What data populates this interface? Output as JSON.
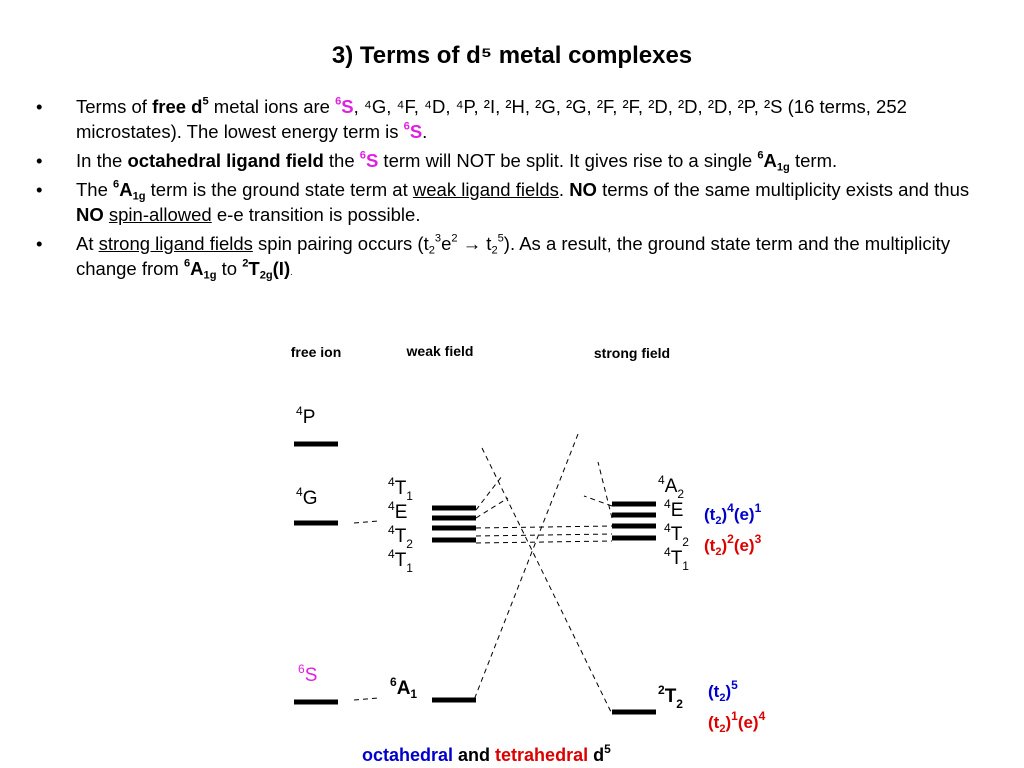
{
  "title": "3) Terms of d⁵ metal complexes",
  "bullets": [
    {
      "b1": "Terms of ",
      "b2": "free d",
      "b3": "5",
      "b4": " metal ions are ",
      "b5": "6",
      "b6": "S",
      "b7": ", ⁴G, ⁴F, ⁴D, ⁴P, ²I, ²H, ²G, ²G, ²F, ²F, ²D, ²D, ²D, ²P, ²S (16 terms, 252 microstates). The lowest energy term is ",
      "b8": "6",
      "b9": "S",
      "b10": "."
    },
    {
      "b1": "In the ",
      "b2": "octahedral ligand field",
      "b3": " the ",
      "b4": "6",
      "b5": "S",
      "b6": " term will NOT be split. It gives rise to a single ",
      "b7": "6",
      "b8": "A",
      "b9": "1g",
      "b10": " term."
    },
    {
      "b1": "The ",
      "b2": "6",
      "b3": "A",
      "b4": "1g",
      "b5": " term is the ground state term at ",
      "b6": "weak ligand fields",
      "b7": ". ",
      "b8": "NO",
      "b9": " terms of the same multiplicity exists and thus ",
      "b10": "NO",
      "b11": " ",
      "b12": "spin-allowed",
      "b13": " e-e transition is possible."
    },
    {
      "b1": "At ",
      "b2": "strong ligand fields",
      "b3": " spin pairing occurs (t",
      "b4": "2",
      "b5": "3",
      "b6": "e",
      "b7": "2",
      "b8": " → t",
      "b9": "2",
      "b10": "5",
      "b11": "). As a result, the ground state term and the multiplicity change from ",
      "b12": "6",
      "b13": "A",
      "b14": "1g",
      "b15": " to ",
      "b16": "2",
      "b17": "T",
      "b18": "2g",
      "b19": "(I)",
      "b20": "."
    }
  ],
  "diagram": {
    "headers": {
      "free_ion": "free ion",
      "weak": "weak field",
      "strong": "strong field"
    },
    "free_terms": [
      {
        "mult": "4",
        "letter": "P"
      },
      {
        "mult": "4",
        "letter": "G"
      },
      {
        "mult": "6",
        "letter": "S"
      }
    ],
    "weak_quartets": [
      {
        "mult": "4",
        "letter": "T",
        "sub": "1"
      },
      {
        "mult": "4",
        "letter": "E",
        "sub": ""
      },
      {
        "mult": "4",
        "letter": "T",
        "sub": "2"
      },
      {
        "mult": "4",
        "letter": "T",
        "sub": "1"
      }
    ],
    "weak_ground": {
      "mult": "6",
      "letter": "A",
      "sub": "1"
    },
    "strong_quartets": [
      {
        "mult": "4",
        "letter": "A",
        "sub": "2"
      },
      {
        "mult": "4",
        "letter": "E",
        "sub": ""
      },
      {
        "mult": "4",
        "letter": "T",
        "sub": "2"
      },
      {
        "mult": "4",
        "letter": "T",
        "sub": "1"
      }
    ],
    "strong_ground": {
      "mult": "2",
      "letter": "T",
      "sub": "2"
    },
    "configs": {
      "oct_q": {
        "t": "(t",
        "ts": "2",
        "tx": ")",
        "tn": "4",
        "e": "(e)",
        "en": "1"
      },
      "tet_q": {
        "t": "(t",
        "ts": "2",
        "tx": ")",
        "tn": "2",
        "e": "(e)",
        "en": "3"
      },
      "oct_g": {
        "t": "(t",
        "ts": "2",
        "tx": ")",
        "tn": "5"
      },
      "tet_g": {
        "t": "(t",
        "ts": "2",
        "tx": ")",
        "tn": "1",
        "e": "(e)",
        "en": "4"
      }
    },
    "caption": {
      "oct": "octahedral",
      "and": " and ",
      "tet": "tetrahedral",
      "d": " d",
      "dn": "5"
    },
    "colors": {
      "magenta": "#e020e0",
      "blue": "#0000cc",
      "red": "#dd0000"
    }
  }
}
